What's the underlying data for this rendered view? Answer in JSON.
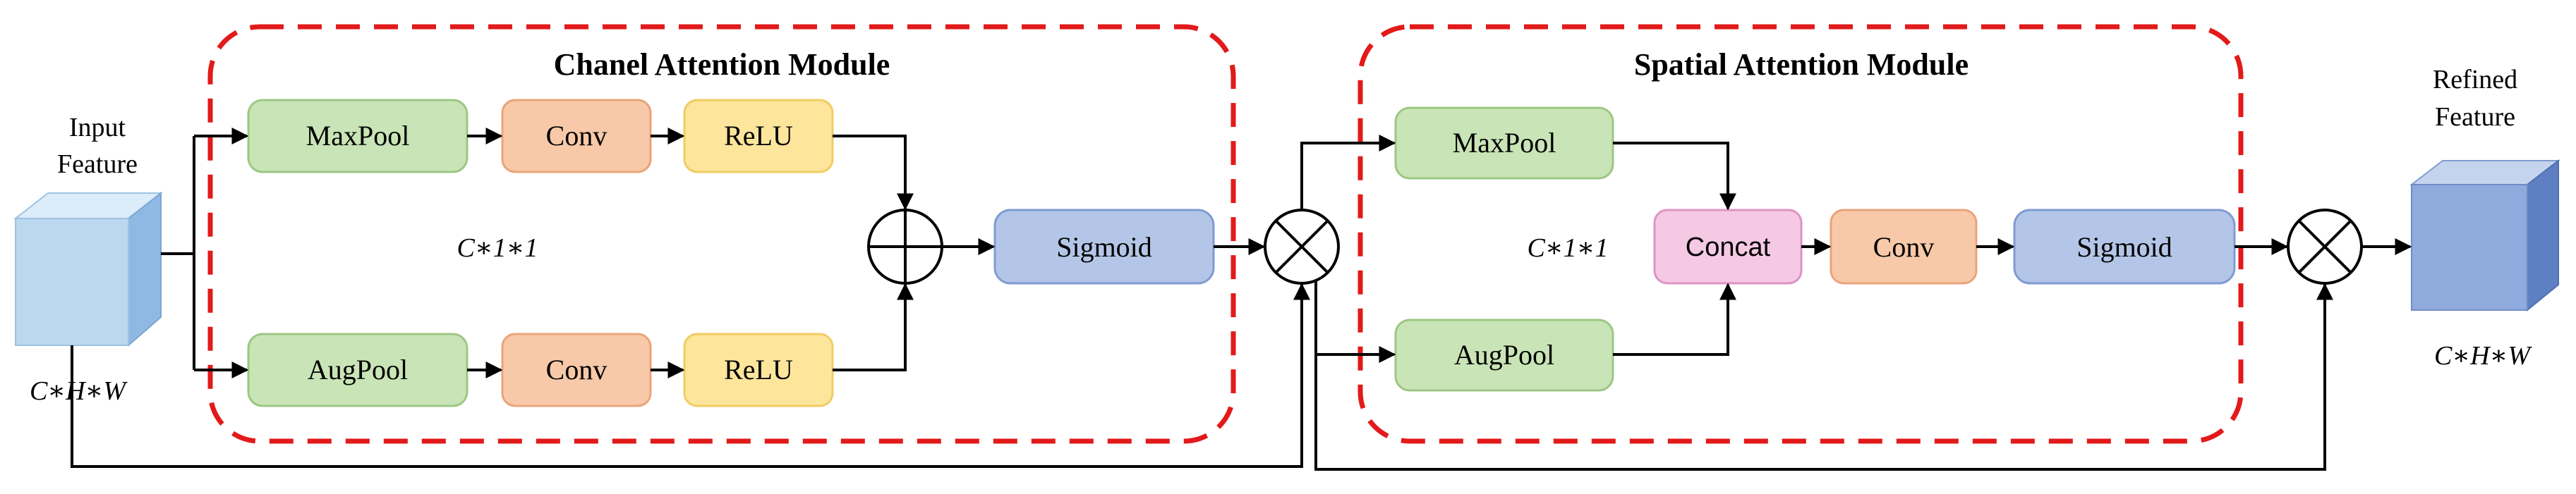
{
  "modules": {
    "channel_title": "Chanel Attention Module",
    "spatial_title": "Spatial Attention Module"
  },
  "input": {
    "label_line1": "Input",
    "label_line2": "Feature",
    "dims": "C∗H∗W"
  },
  "output": {
    "label_line1": "Refined",
    "label_line2": "Feature",
    "dims": "C∗H∗W"
  },
  "channel": {
    "maxpool": "MaxPool",
    "conv_top": "Conv",
    "relu_top": "ReLU",
    "augpool": "AugPool",
    "conv_bottom": "Conv",
    "relu_bottom": "ReLU",
    "dims": "C∗1∗1",
    "sigmoid": "Sigmoid"
  },
  "spatial": {
    "maxpool": "MaxPool",
    "augpool": "AugPool",
    "dims": "C∗1∗1",
    "concat": "Concat",
    "conv": "Conv",
    "sigmoid": "Sigmoid"
  },
  "colors": {
    "pool_fill": "#c9e4b6",
    "pool_stroke": "#9cc784",
    "conv_fill": "#f7c9a8",
    "conv_stroke": "#e9a47a",
    "relu_fill": "#fde59c",
    "relu_stroke": "#f1cc62",
    "sigmoid_fill": "#b4c6e7",
    "sigmoid_stroke": "#7f9bd1",
    "concat_fill": "#f5c9e4",
    "concat_stroke": "#df93c2",
    "module_border": "#e21a1a",
    "cube_input": "#bcd8ef",
    "cube_output": "#8faadc"
  }
}
